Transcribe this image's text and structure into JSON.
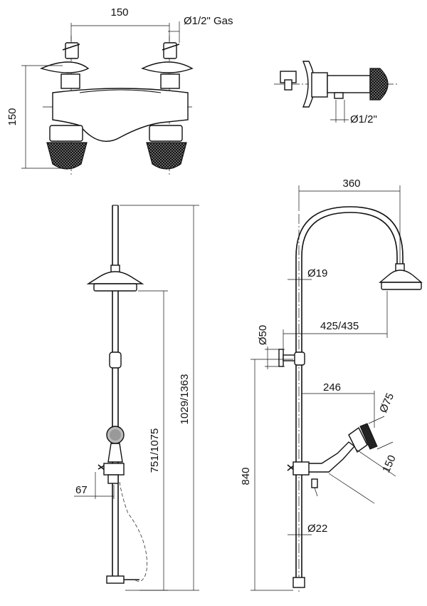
{
  "labels": {
    "top_width": "150",
    "top_gas": "Ø1/2\" Gas",
    "top_height": "150",
    "side_pipe": "Ø1/2\"",
    "arc_width": "360",
    "riser_dia": "Ø19",
    "bracket_dia": "Ø50",
    "reach": "425/435",
    "hand_reach": "246",
    "hand_dia": "Ø75",
    "hand_len": "150",
    "low_riser_dia": "Ø22",
    "bracket_height": "840",
    "left_total": "1029/1363",
    "left_head_height": "751/1075",
    "left_offset": "67"
  }
}
